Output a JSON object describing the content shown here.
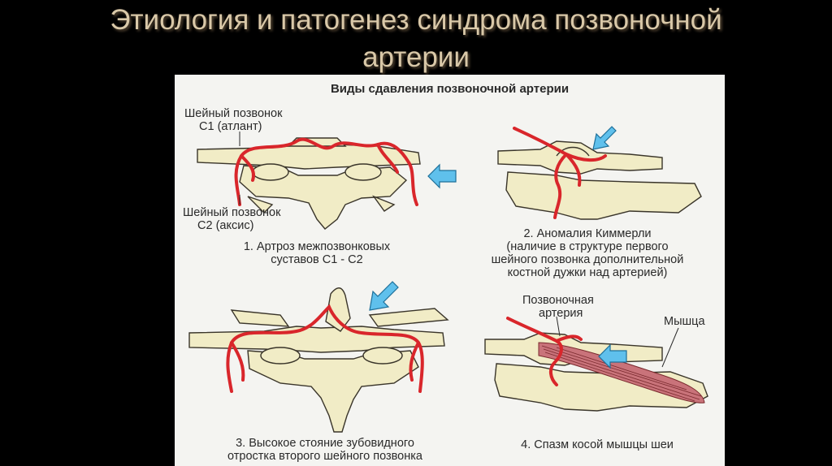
{
  "slide": {
    "title_line1": "Этиология и патогенез синдрома позвоночной",
    "title_line2": "артерии"
  },
  "figure": {
    "title": "Виды сдавления позвоночной артерии",
    "panel1": {
      "label_c1_line1": "Шейный позвонок",
      "label_c1_line2": "С1 (атлант)",
      "label_c2_line1": "Шейный позвонок",
      "label_c2_line2": "С2 (аксис)",
      "caption_line1": "1. Артроз межпозвонковых",
      "caption_line2": "суставов С1 - С2"
    },
    "panel2": {
      "caption_line1": "2. Аномалия Киммерли",
      "caption_line2": "(наличие в структуре первого",
      "caption_line3": "шейного позвонка дополнительной",
      "caption_line4": "костной дужки над артерией)"
    },
    "panel3": {
      "caption_line1": "3. Высокое стояние зубовидного",
      "caption_line2": "отростка второго шейного позвонка"
    },
    "panel4": {
      "label_artery_line1": "Позвоночная",
      "label_artery_line2": "артерия",
      "label_muscle": "Мышца",
      "caption": "4. Спазм косой мышцы шеи"
    }
  },
  "colors": {
    "bone": "#f1ecc6",
    "bone_outline": "#3a352a",
    "artery": "#d9262b",
    "arrow": "#5fc0ec",
    "muscle": "#b8595e",
    "title": "#d9c8a8"
  }
}
